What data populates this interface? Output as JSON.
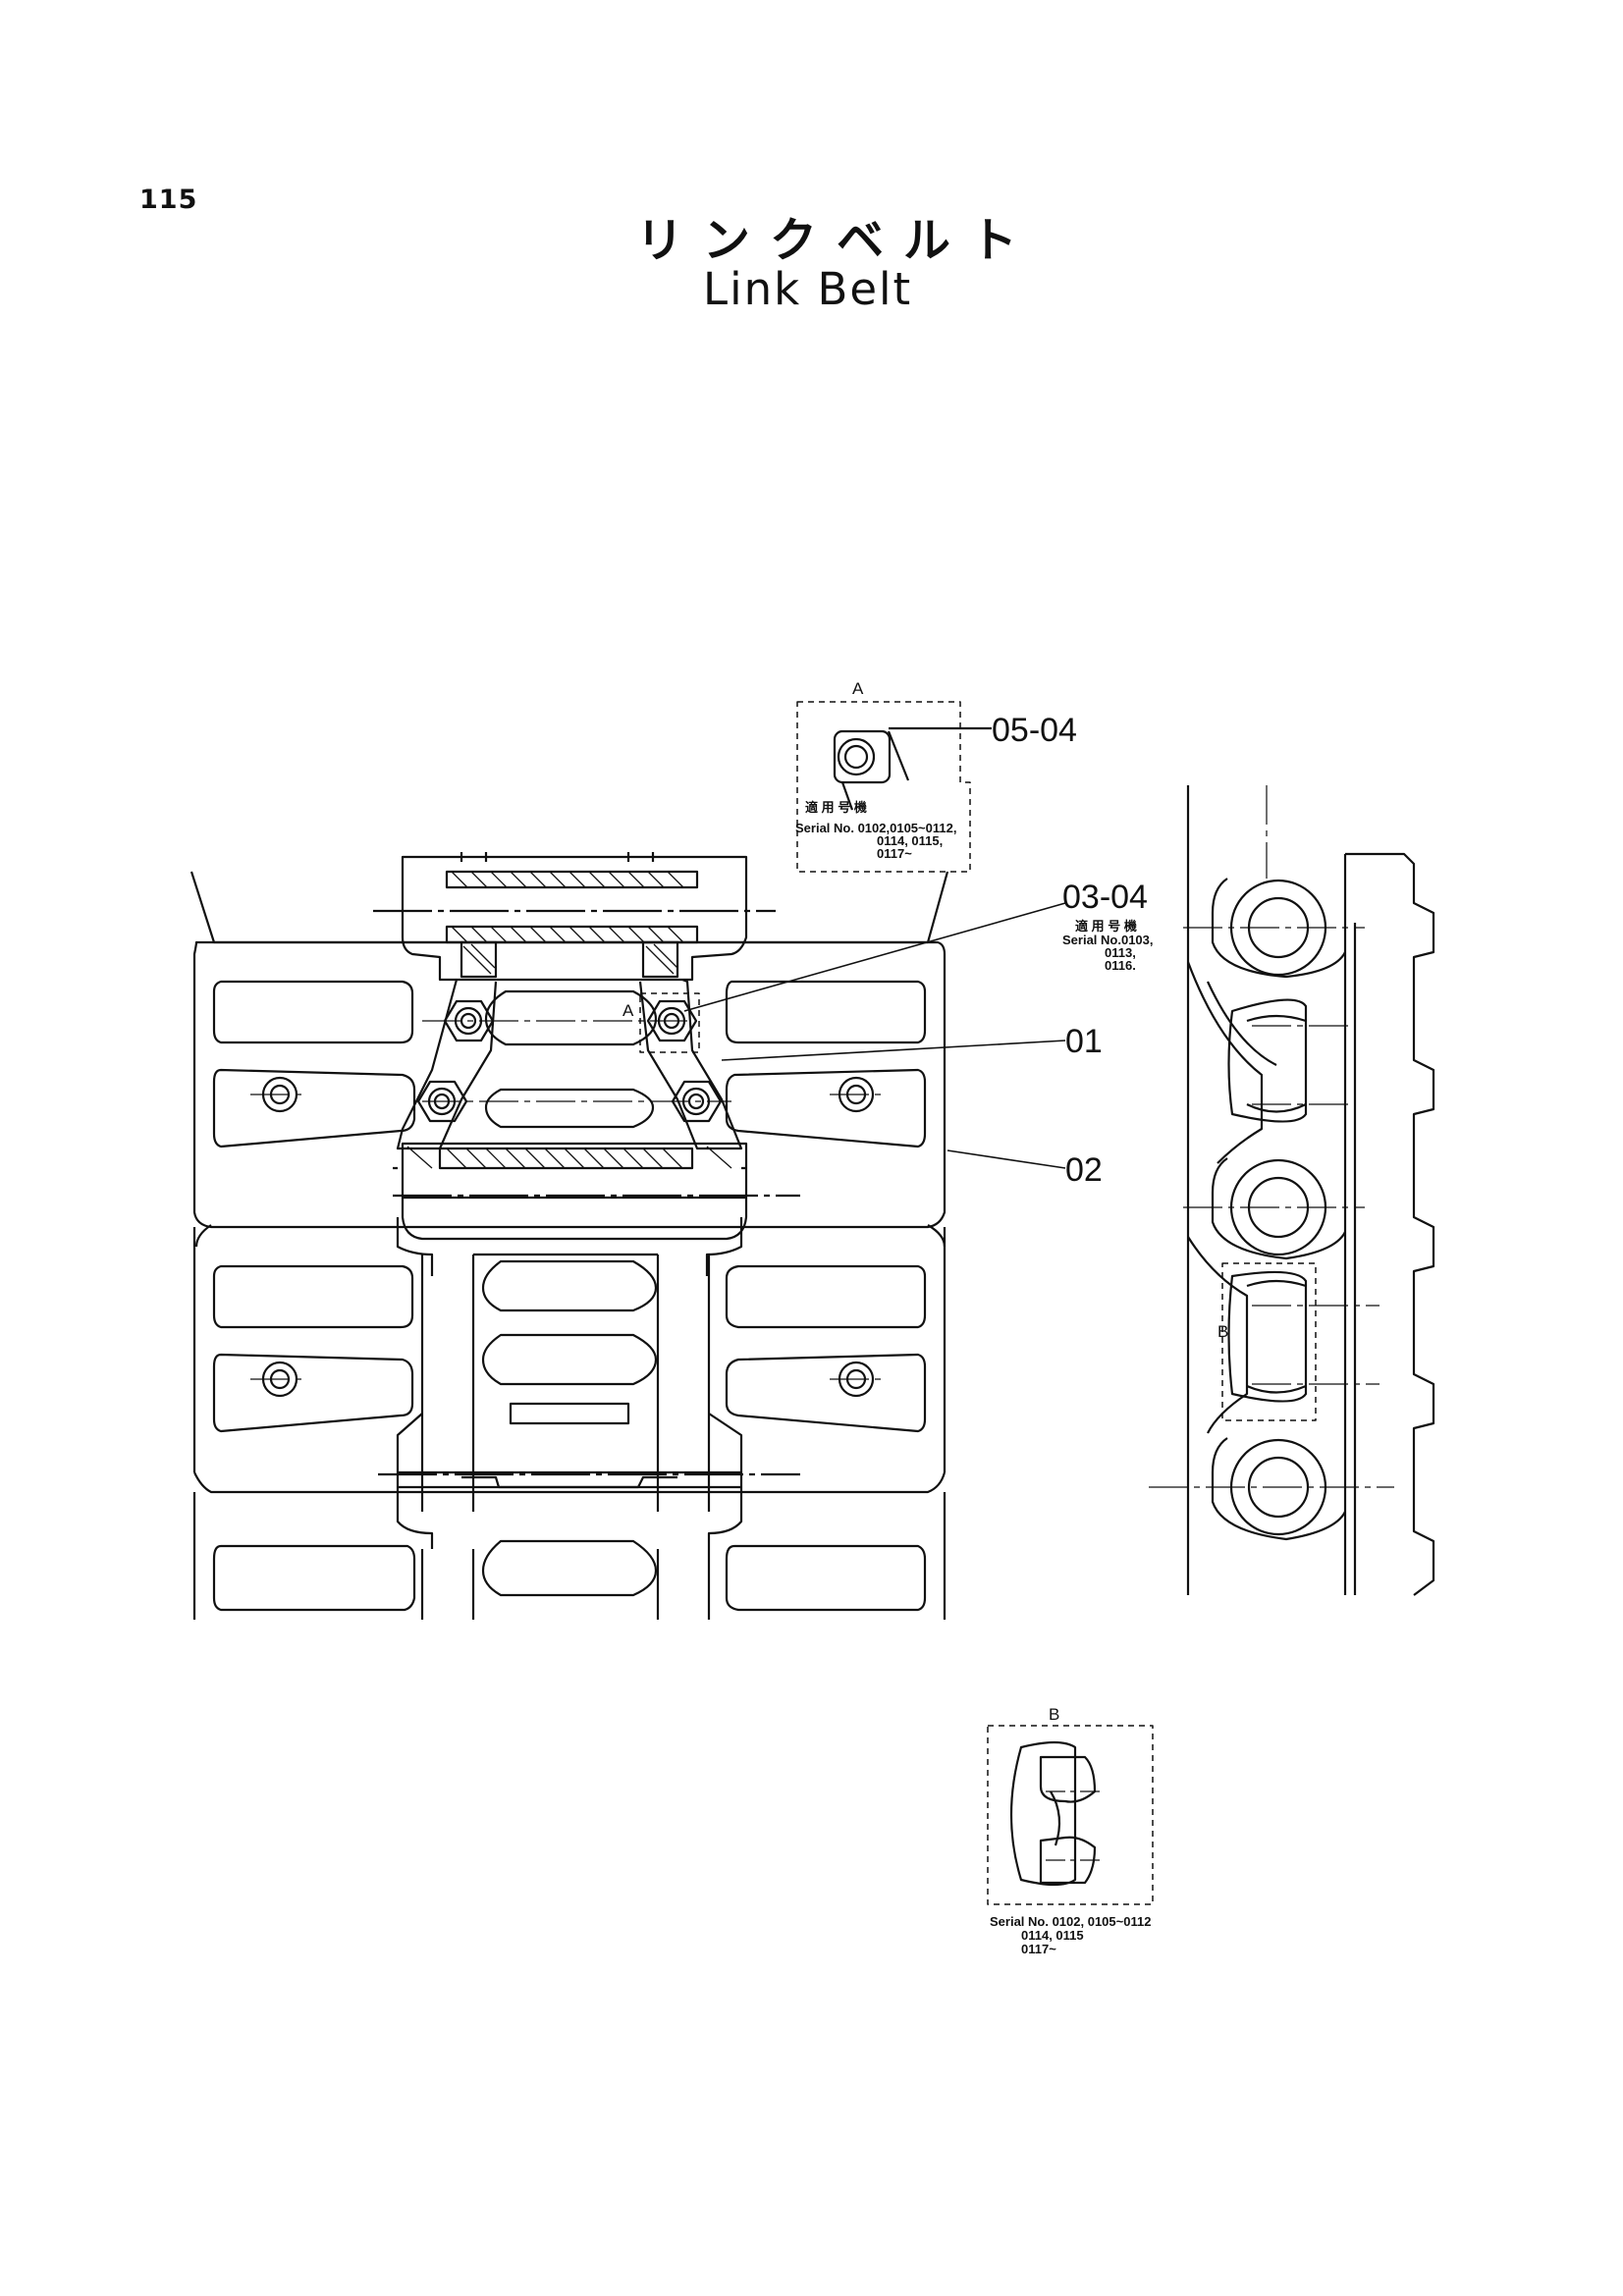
{
  "page": {
    "number": "115",
    "title_jp": "リンクベルト",
    "title_en": "Link Belt"
  },
  "callouts": {
    "p0504": "05-04",
    "p0304": "03-04",
    "p01": "01",
    "p02": "02"
  },
  "detail_a": {
    "ref": "A",
    "label_jp": "適 用 号 機",
    "serial_line1": "Serial No. 0102,0105~0112,",
    "serial_line2": "0114, 0115,",
    "serial_line3": "0117~"
  },
  "note_0304": {
    "label_jp": "適 用 号 機",
    "line1": "Serial No.0103,",
    "line2": "0113,",
    "line3": "0116."
  },
  "view_refs": {
    "a": "A",
    "b": "B"
  },
  "detail_b": {
    "ref": "B",
    "serial_line1": "Serial No. 0102, 0105~0112",
    "serial_line2": "0114, 0115",
    "serial_line3": "0117~"
  }
}
